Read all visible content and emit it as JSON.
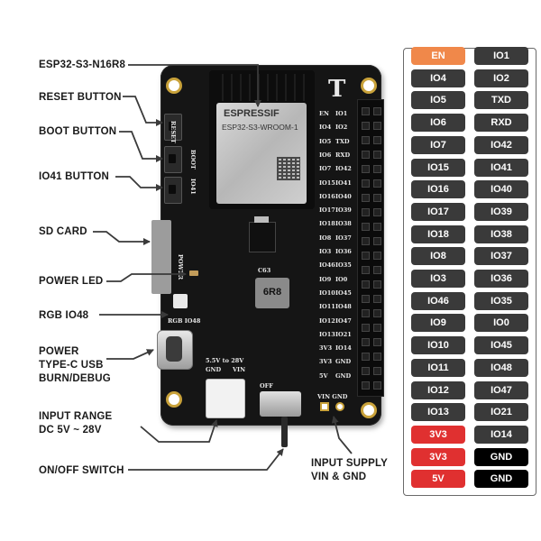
{
  "labels": {
    "esp_module": "ESP32-S3-N16R8",
    "reset": "RESET BUTTON",
    "boot": "BOOT BUTTON",
    "io41": "IO41 BUTTON",
    "sd": "SD CARD",
    "pled": "POWER LED",
    "rgb": "RGB IO48",
    "pwr1": "POWER",
    "pwr2": "TYPE-C USB",
    "pwr3": "BURN/DEBUG",
    "range1": "INPUT RANGE",
    "range2": "DC 5V ~ 28V",
    "onoff": "ON/OFF SWITCH",
    "supply1": "INPUT SUPPLY",
    "supply2": "VIN & GND"
  },
  "board": {
    "brand_logo": "ESPRESSIF",
    "module_model": "ESP32-S3-WROOM-1",
    "inductor_text": "6R8",
    "silk_reset": "RESET",
    "silk_boot": "BOOT",
    "silk_io41": "IO41",
    "silk_power": "POWER",
    "silk_rgb": "RGB IO48",
    "silk_range": "5.5V to 28V",
    "silk_vin": "VIN",
    "silk_gnd": "GND",
    "silk_off": "OFF",
    "silk_vin_gnd": "VIN GND",
    "silk_c63": "C63",
    "silk_left_pins": [
      "EN",
      "IO4",
      "IO5",
      "IO6",
      "IO7",
      "IO15",
      "IO16",
      "IO17",
      "IO18",
      "IO8",
      "IO3",
      "IO46",
      "IO9",
      "IO10",
      "IO11",
      "IO12",
      "IO13",
      "3V3",
      "3V3",
      "5V"
    ],
    "silk_right_pins": [
      "IO1",
      "IO2",
      "TXD",
      "RXD",
      "IO42",
      "IO41",
      "IO40",
      "IO39",
      "IO38",
      "IO37",
      "IO36",
      "IO35",
      "IO0",
      "IO45",
      "IO48",
      "IO47",
      "IO21",
      "IO14",
      "GND",
      "GND"
    ]
  },
  "pinout": {
    "left": [
      {
        "label": "EN",
        "color": "#f0884a"
      },
      {
        "label": "IO4",
        "color": "#3a3a3a"
      },
      {
        "label": "IO5",
        "color": "#3a3a3a"
      },
      {
        "label": "IO6",
        "color": "#3a3a3a"
      },
      {
        "label": "IO7",
        "color": "#3a3a3a"
      },
      {
        "label": "IO15",
        "color": "#3a3a3a"
      },
      {
        "label": "IO16",
        "color": "#3a3a3a"
      },
      {
        "label": "IO17",
        "color": "#3a3a3a"
      },
      {
        "label": "IO18",
        "color": "#3a3a3a"
      },
      {
        "label": "IO8",
        "color": "#3a3a3a"
      },
      {
        "label": "IO3",
        "color": "#3a3a3a"
      },
      {
        "label": "IO46",
        "color": "#3a3a3a"
      },
      {
        "label": "IO9",
        "color": "#3a3a3a"
      },
      {
        "label": "IO10",
        "color": "#3a3a3a"
      },
      {
        "label": "IO11",
        "color": "#3a3a3a"
      },
      {
        "label": "IO12",
        "color": "#3a3a3a"
      },
      {
        "label": "IO13",
        "color": "#3a3a3a"
      },
      {
        "label": "3V3",
        "color": "#e03030"
      },
      {
        "label": "3V3",
        "color": "#e03030"
      },
      {
        "label": "5V",
        "color": "#e03030"
      }
    ],
    "right": [
      {
        "label": "IO1",
        "color": "#3a3a3a"
      },
      {
        "label": "IO2",
        "color": "#3a3a3a"
      },
      {
        "label": "TXD",
        "color": "#3a3a3a"
      },
      {
        "label": "RXD",
        "color": "#3a3a3a"
      },
      {
        "label": "IO42",
        "color": "#3a3a3a"
      },
      {
        "label": "IO41",
        "color": "#3a3a3a"
      },
      {
        "label": "IO40",
        "color": "#3a3a3a"
      },
      {
        "label": "IO39",
        "color": "#3a3a3a"
      },
      {
        "label": "IO38",
        "color": "#3a3a3a"
      },
      {
        "label": "IO37",
        "color": "#3a3a3a"
      },
      {
        "label": "IO36",
        "color": "#3a3a3a"
      },
      {
        "label": "IO35",
        "color": "#3a3a3a"
      },
      {
        "label": "IO0",
        "color": "#3a3a3a"
      },
      {
        "label": "IO45",
        "color": "#3a3a3a"
      },
      {
        "label": "IO48",
        "color": "#3a3a3a"
      },
      {
        "label": "IO47",
        "color": "#3a3a3a"
      },
      {
        "label": "IO21",
        "color": "#3a3a3a"
      },
      {
        "label": "IO14",
        "color": "#3a3a3a"
      },
      {
        "label": "GND",
        "color": "#000000"
      },
      {
        "label": "GND",
        "color": "#000000"
      }
    ]
  }
}
